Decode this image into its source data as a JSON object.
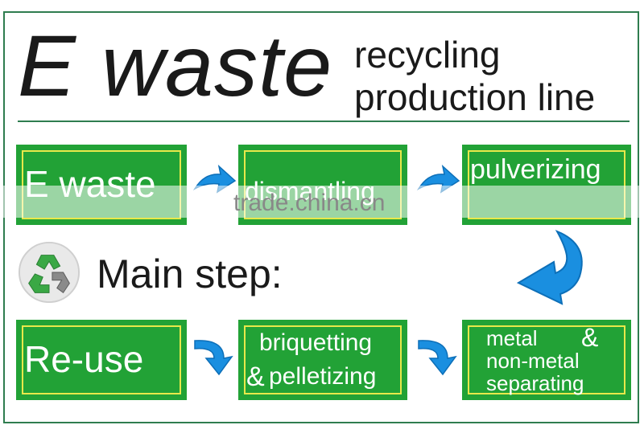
{
  "title": {
    "main": "E waste",
    "line1": "recycling",
    "line2": "production line"
  },
  "steps_row1": [
    {
      "label": "E waste"
    },
    {
      "label": "dismantling"
    },
    {
      "label": "pulverizing"
    }
  ],
  "watermark": "trade.china.cn",
  "main_step_label": "Main step:",
  "steps_row2": [
    {
      "label": "Re-use"
    },
    {
      "line1": "briquetting",
      "amp": "&",
      "line2": "pelletizing"
    },
    {
      "line1": "metal",
      "amp": "&",
      "line2": "non-metal",
      "line3": "separating"
    }
  ],
  "icons": [
    "recycle-icon",
    "arrow-icon"
  ],
  "colors": {
    "box_green": "#22a236",
    "box_border": "#e8e84a",
    "accent_yellow": "#f3e61e",
    "arrow_blue": "#1a8fe0",
    "frame_green": "#2f7d4f"
  }
}
